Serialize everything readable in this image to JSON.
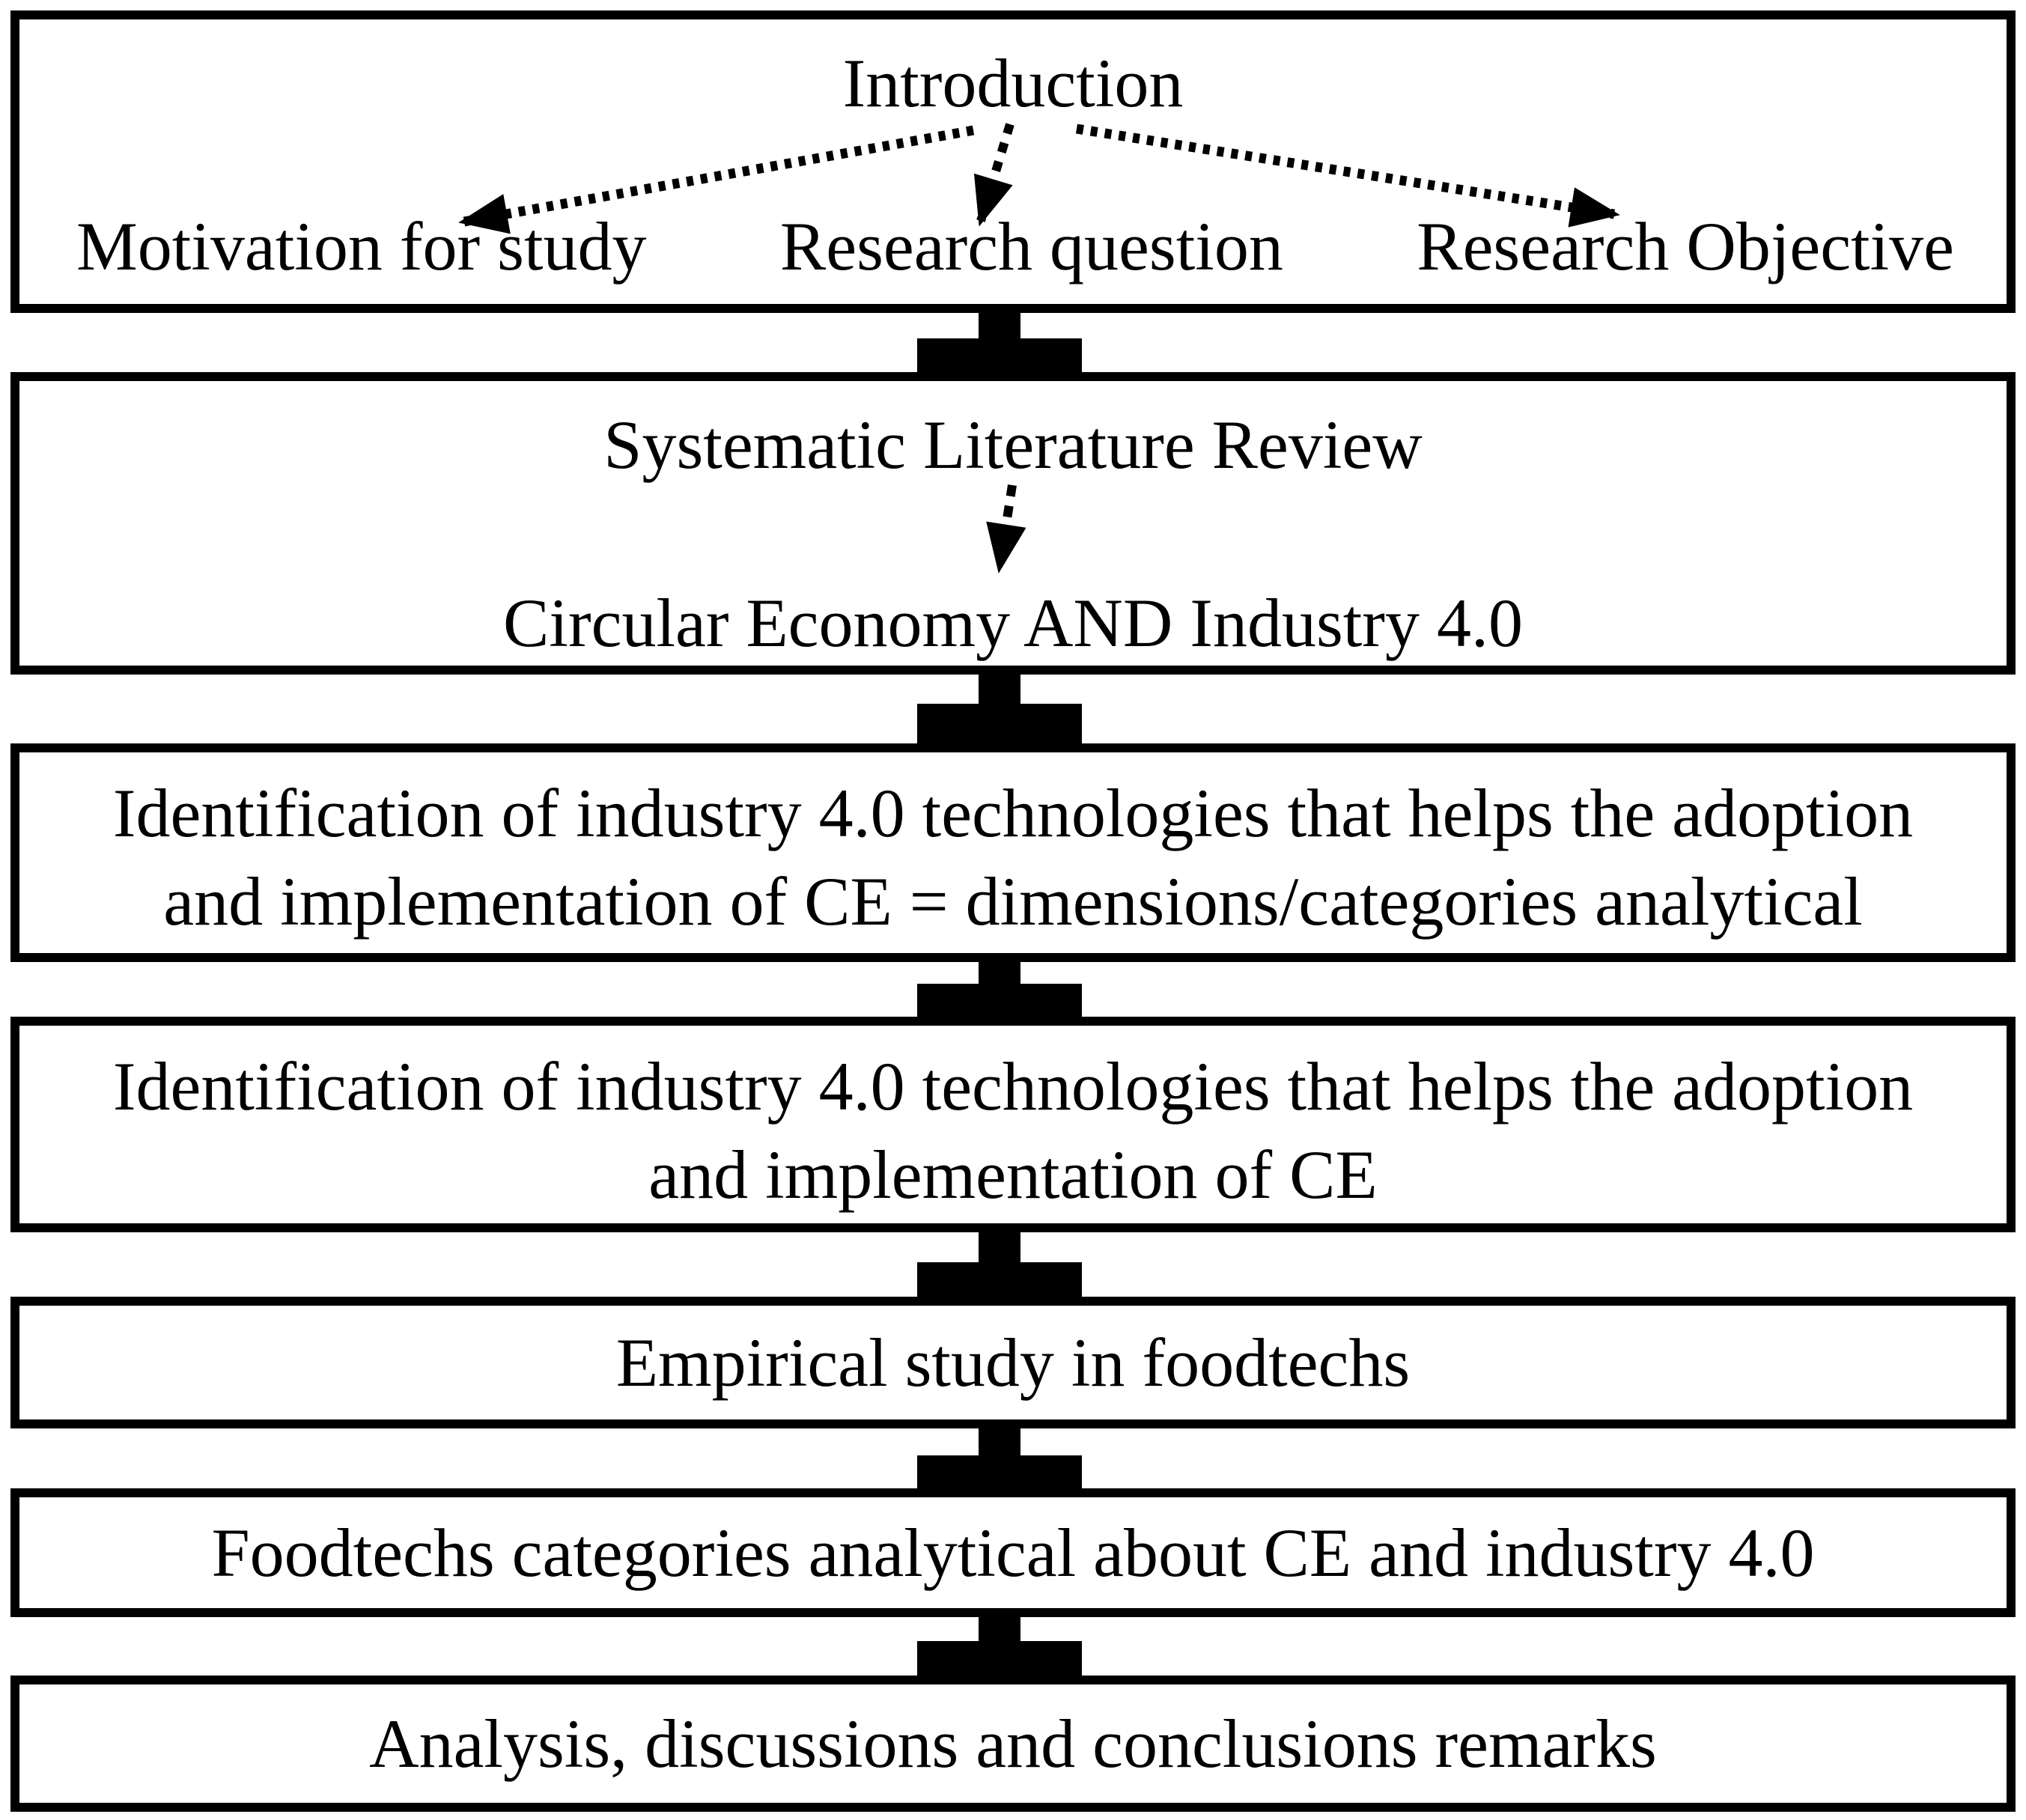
{
  "palette": {
    "ink": "#000000",
    "paper": "#ffffff"
  },
  "arrows": {
    "style": "dotted",
    "color": "#000000"
  },
  "connectors": {
    "style": "solid-block-down",
    "color": "#000000",
    "count": 6
  },
  "intro_box": {
    "title": "Introduction",
    "motivation": "Motivation for study",
    "research_question": "Research question",
    "research_objective": "Research Objective"
  },
  "slr_box": {
    "title": "Systematic Literature Review",
    "query": "Circular Economy AND Industry 4.0"
  },
  "identification_dimensions_box": {
    "line1": "Identification of industry 4.0 technologies that helps the adoption",
    "line2": "and implementation of CE = dimensions/categories analytical"
  },
  "identification_box": {
    "line1": "Identification of industry 4.0 technologies that helps the adoption",
    "line2": "and implementation of CE"
  },
  "empirical_box": {
    "text": "Empirical study in foodtechs"
  },
  "foodtech_categories_box": {
    "text": "Foodtechs categories analytical about CE and industry 4.0"
  },
  "conclusions_box": {
    "text": "Analysis, discussions and conclusions remarks"
  }
}
